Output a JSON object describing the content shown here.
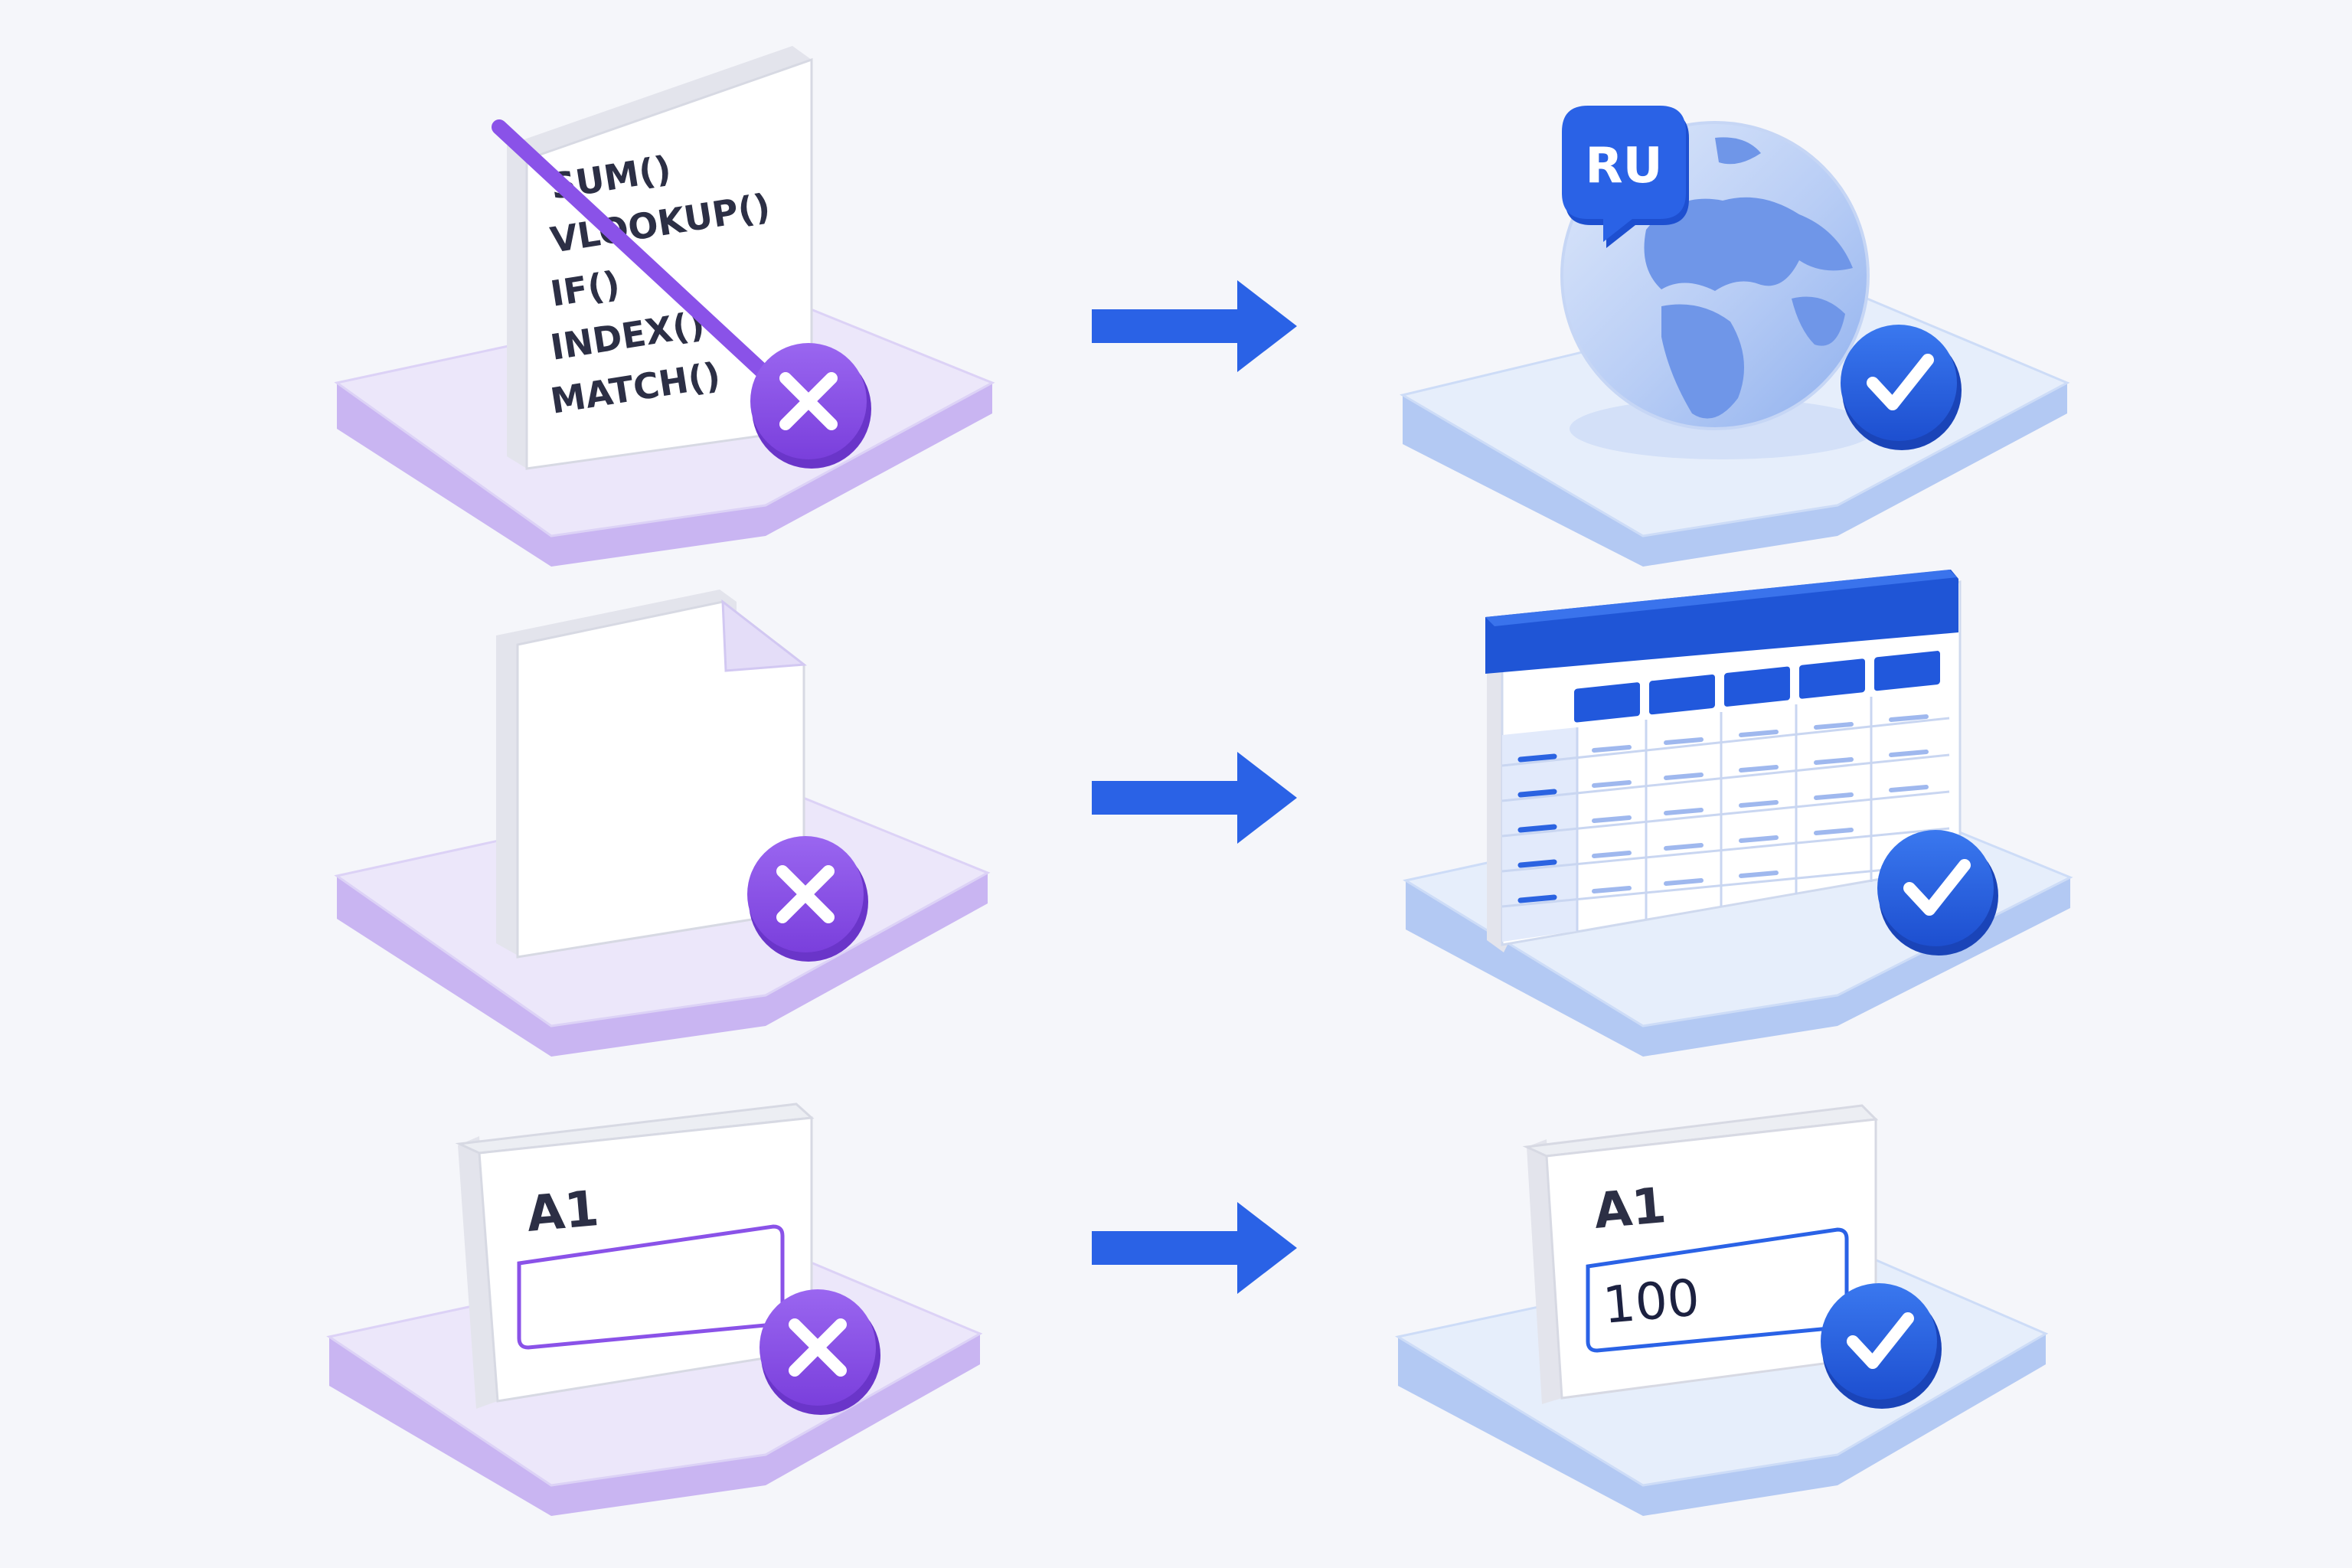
{
  "colors": {
    "background": "#f5f6fa",
    "purple_accent": "#8a52e8",
    "purple_platform_side": "#c9b5f2",
    "purple_platform_top": "#ece7fa",
    "blue_accent": "#2563e8",
    "blue_platform_side": "#b3c9f3",
    "blue_platform_top": "#e6eefb",
    "arrow": "#2a62e6"
  },
  "rows": [
    {
      "before": {
        "kind": "formula-sheet",
        "formulas": [
          "SUM()",
          "VLOOKUP()",
          "IF()",
          "INDEX()",
          "MATCH()"
        ],
        "status_icon": "x-icon"
      },
      "arrow_icon": "arrow-right-icon",
      "after": {
        "kind": "globe",
        "badge": "RU",
        "status_icon": "check-icon"
      }
    },
    {
      "before": {
        "kind": "blank-document",
        "status_icon": "x-icon"
      },
      "arrow_icon": "arrow-right-icon",
      "after": {
        "kind": "spreadsheet-grid",
        "status_icon": "check-icon"
      }
    },
    {
      "before": {
        "kind": "cell-card",
        "cell_ref": "A1",
        "value": "",
        "status_icon": "x-icon"
      },
      "arrow_icon": "arrow-right-icon",
      "after": {
        "kind": "cell-card",
        "cell_ref": "A1",
        "value": "100",
        "status_icon": "check-icon"
      }
    }
  ]
}
